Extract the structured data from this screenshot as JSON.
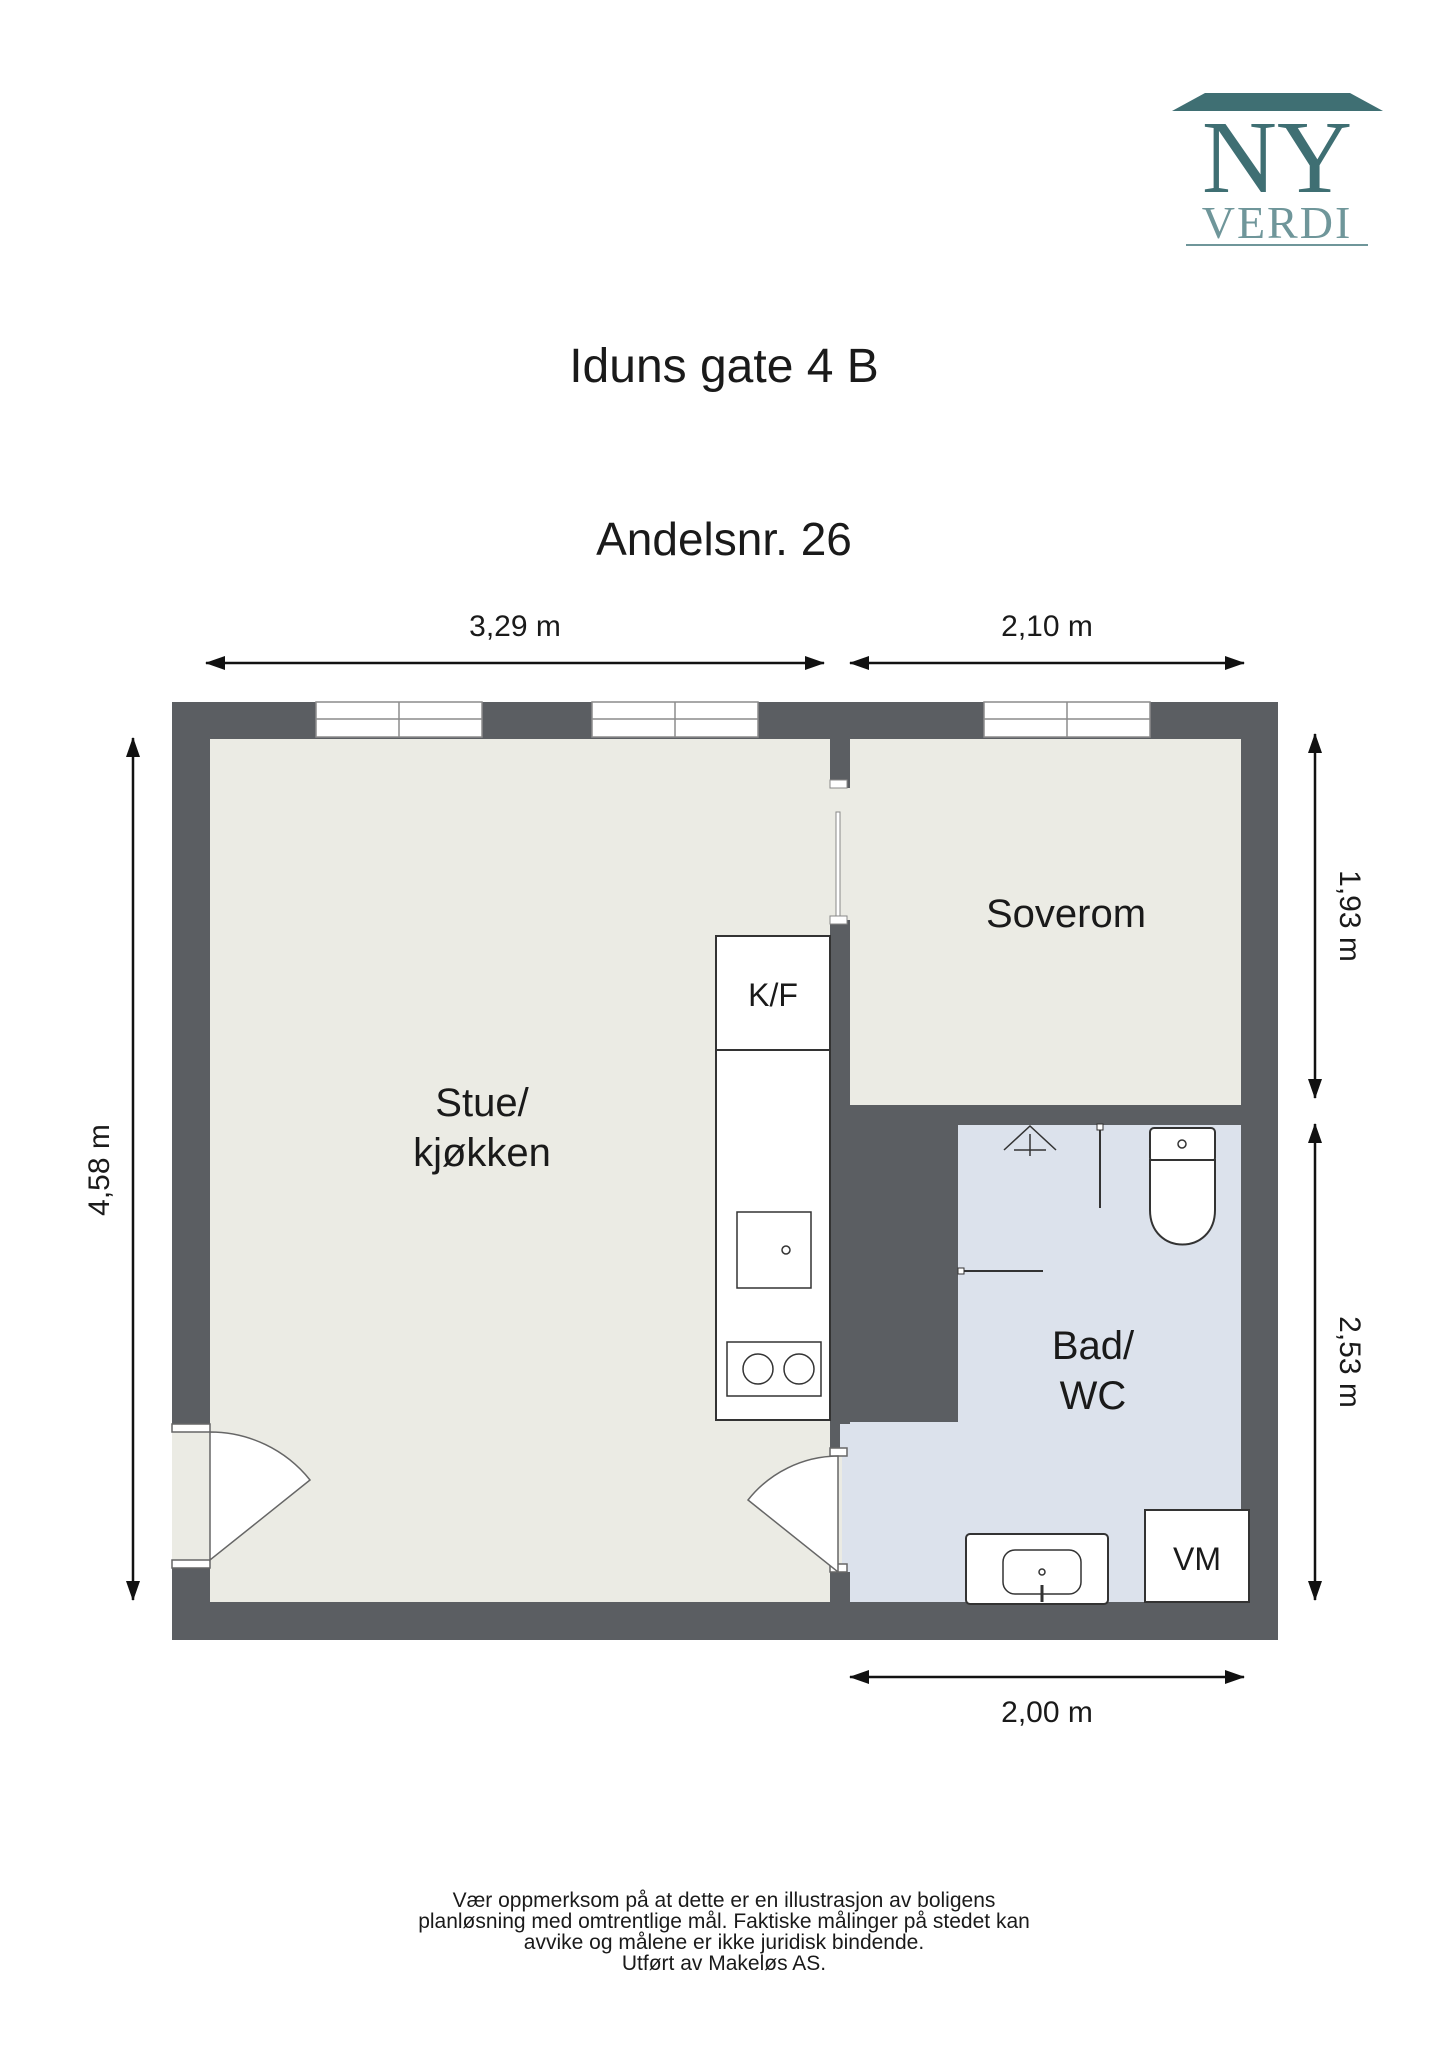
{
  "logo": {
    "line1": "NY",
    "line2": "VERDI",
    "color": "#3f6f73"
  },
  "address": "Iduns gate 4 B",
  "unit": "Andelsnr. 26",
  "dimensions": {
    "top_left": "3,29 m",
    "top_right": "2,10 m",
    "left": "4,58 m",
    "right_upper": "1,93 m",
    "right_lower": "2,53 m",
    "bottom": "2,00 m"
  },
  "rooms": {
    "living_line1": "Stue/",
    "living_line2": "kjøkken",
    "bedroom": "Soverom",
    "bath_line1": "Bad/",
    "bath_line2": "WC"
  },
  "fixtures": {
    "fridge": "K/F",
    "washer": "VM"
  },
  "colors": {
    "wall": "#5b5e62",
    "living_floor": "#ebebe4",
    "bath_floor": "#dce2ec"
  },
  "disclaimer": {
    "line1": "Vær oppmerksom på at dette er en illustrasjon av boligens",
    "line2": "planløsning med omtrentlige mål. Faktiske målinger på stedet kan",
    "line3": "avvike og målene er ikke juridisk bindende.",
    "line4": "Utført av Makeløs AS."
  }
}
